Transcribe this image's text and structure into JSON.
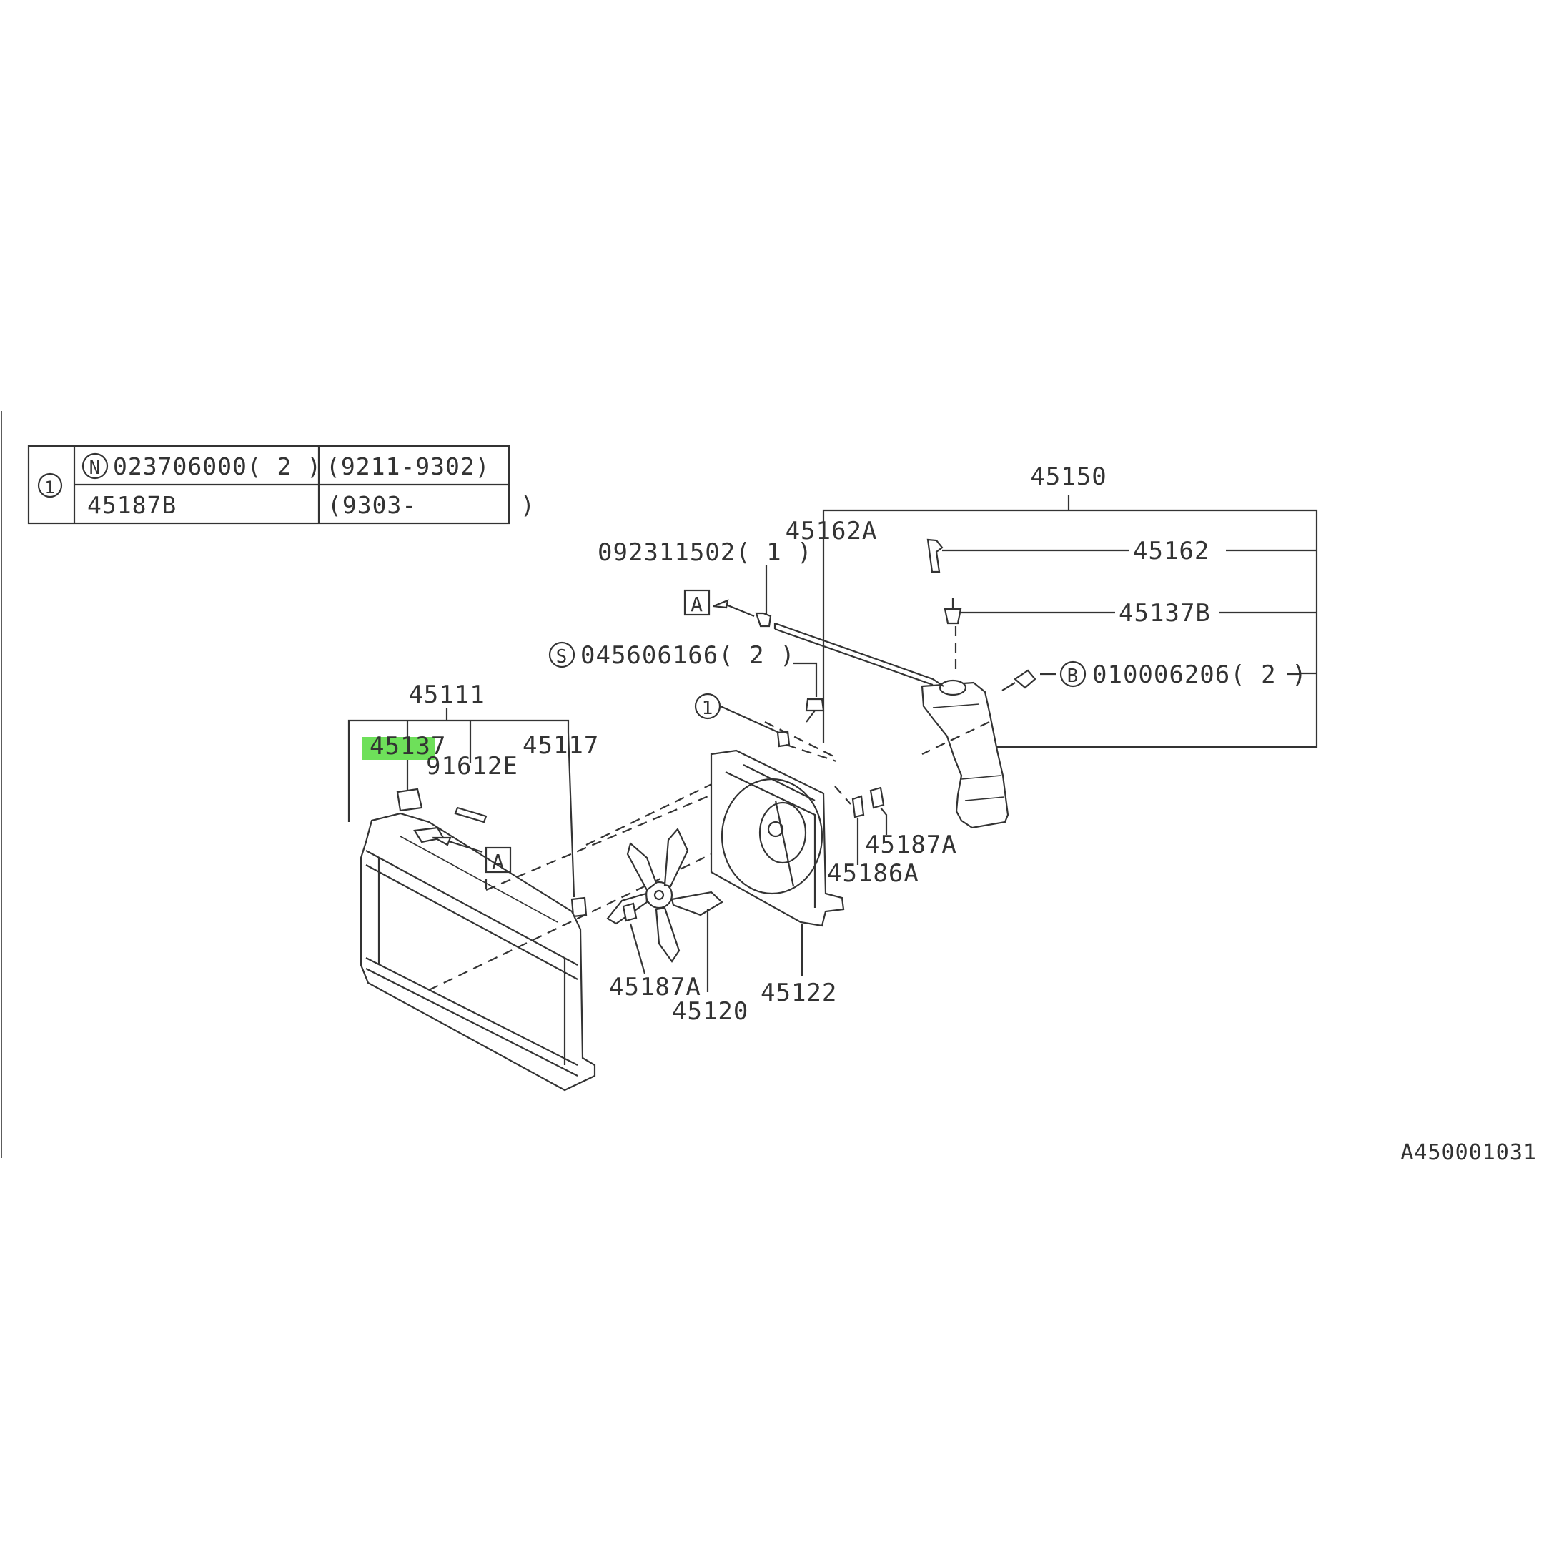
{
  "legend_table": {
    "ref_symbol": "1",
    "rows": [
      {
        "badge": "N",
        "part": "023706000( 2  )",
        "period": "(9211-9302)"
      },
      {
        "badge": "",
        "part": "45187B",
        "period": "(9303-"
      }
    ],
    "trailing": ")"
  },
  "labels": {
    "l45150": "45150",
    "l45162A": "45162A",
    "l092311502": "092311502( 1  )",
    "l45162": "45162",
    "l45137B": "45137B",
    "l045606166": "045606166( 2  )",
    "l010006206": "010006206( 2  )",
    "l45111": "45111",
    "l45137": "45137",
    "l91612E": "91612E",
    "l45117": "45117",
    "l45187A_right": "45187A",
    "l45186A": "45186A",
    "l45187A_left": "45187A",
    "l45120": "45120",
    "l45122": "45122",
    "refA_top": "A",
    "refA_radiator": "A",
    "ref1_fan": "1"
  },
  "badges": {
    "S": "S",
    "B": "B"
  },
  "figure_code": "A450001031",
  "highlight_color": "#6ee05a"
}
